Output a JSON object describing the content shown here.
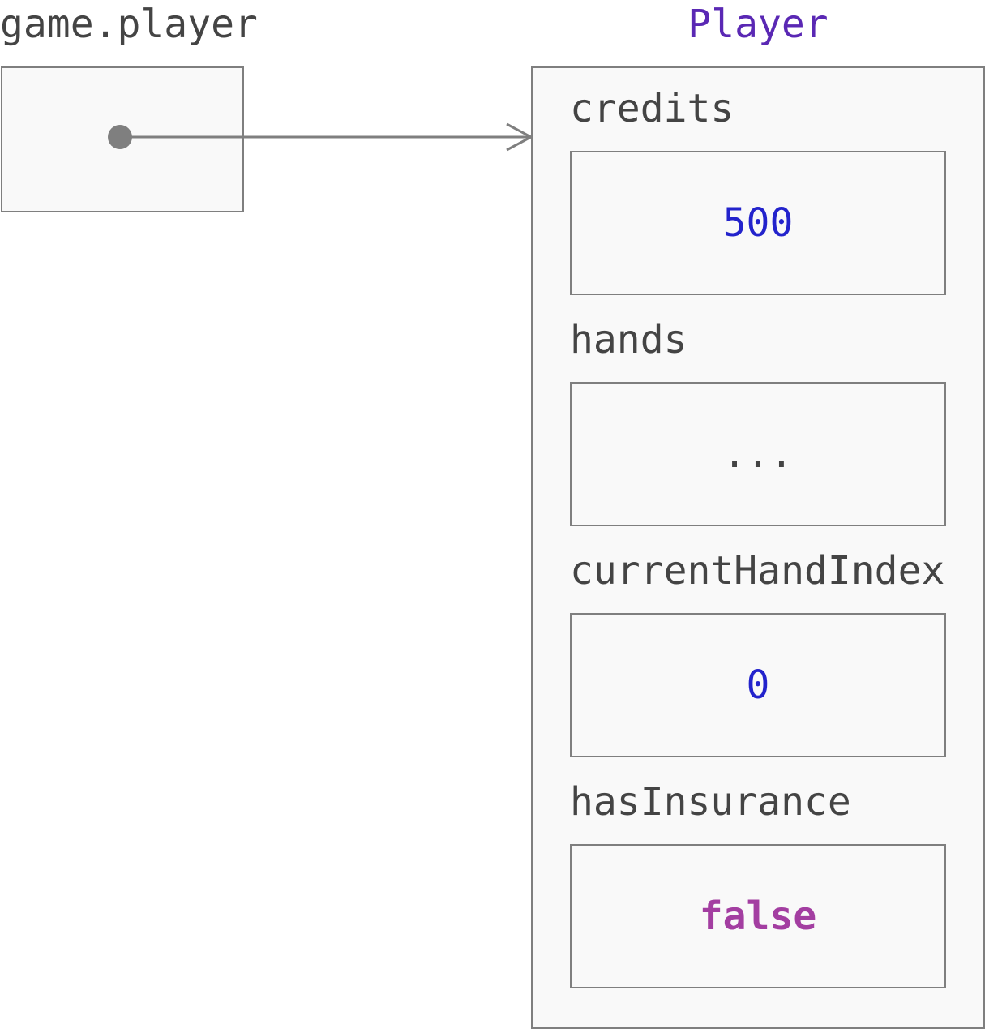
{
  "variable": {
    "name": "game.player"
  },
  "object": {
    "class_name": "Player",
    "fields": [
      {
        "name": "credits",
        "value": "500",
        "kind": "number"
      },
      {
        "name": "hands",
        "value": "...",
        "kind": "ellipsis"
      },
      {
        "name": "currentHandIndex",
        "value": "0",
        "kind": "number"
      },
      {
        "name": "hasInsurance",
        "value": "false",
        "kind": "boolean"
      }
    ]
  },
  "colors": {
    "box_border": "#7f7f7f",
    "box_fill": "#f9f9f9",
    "label_text": "#444444",
    "class_name": "#5a28b4",
    "number_value": "#2323cc",
    "boolean_value": "#a33ea1"
  }
}
